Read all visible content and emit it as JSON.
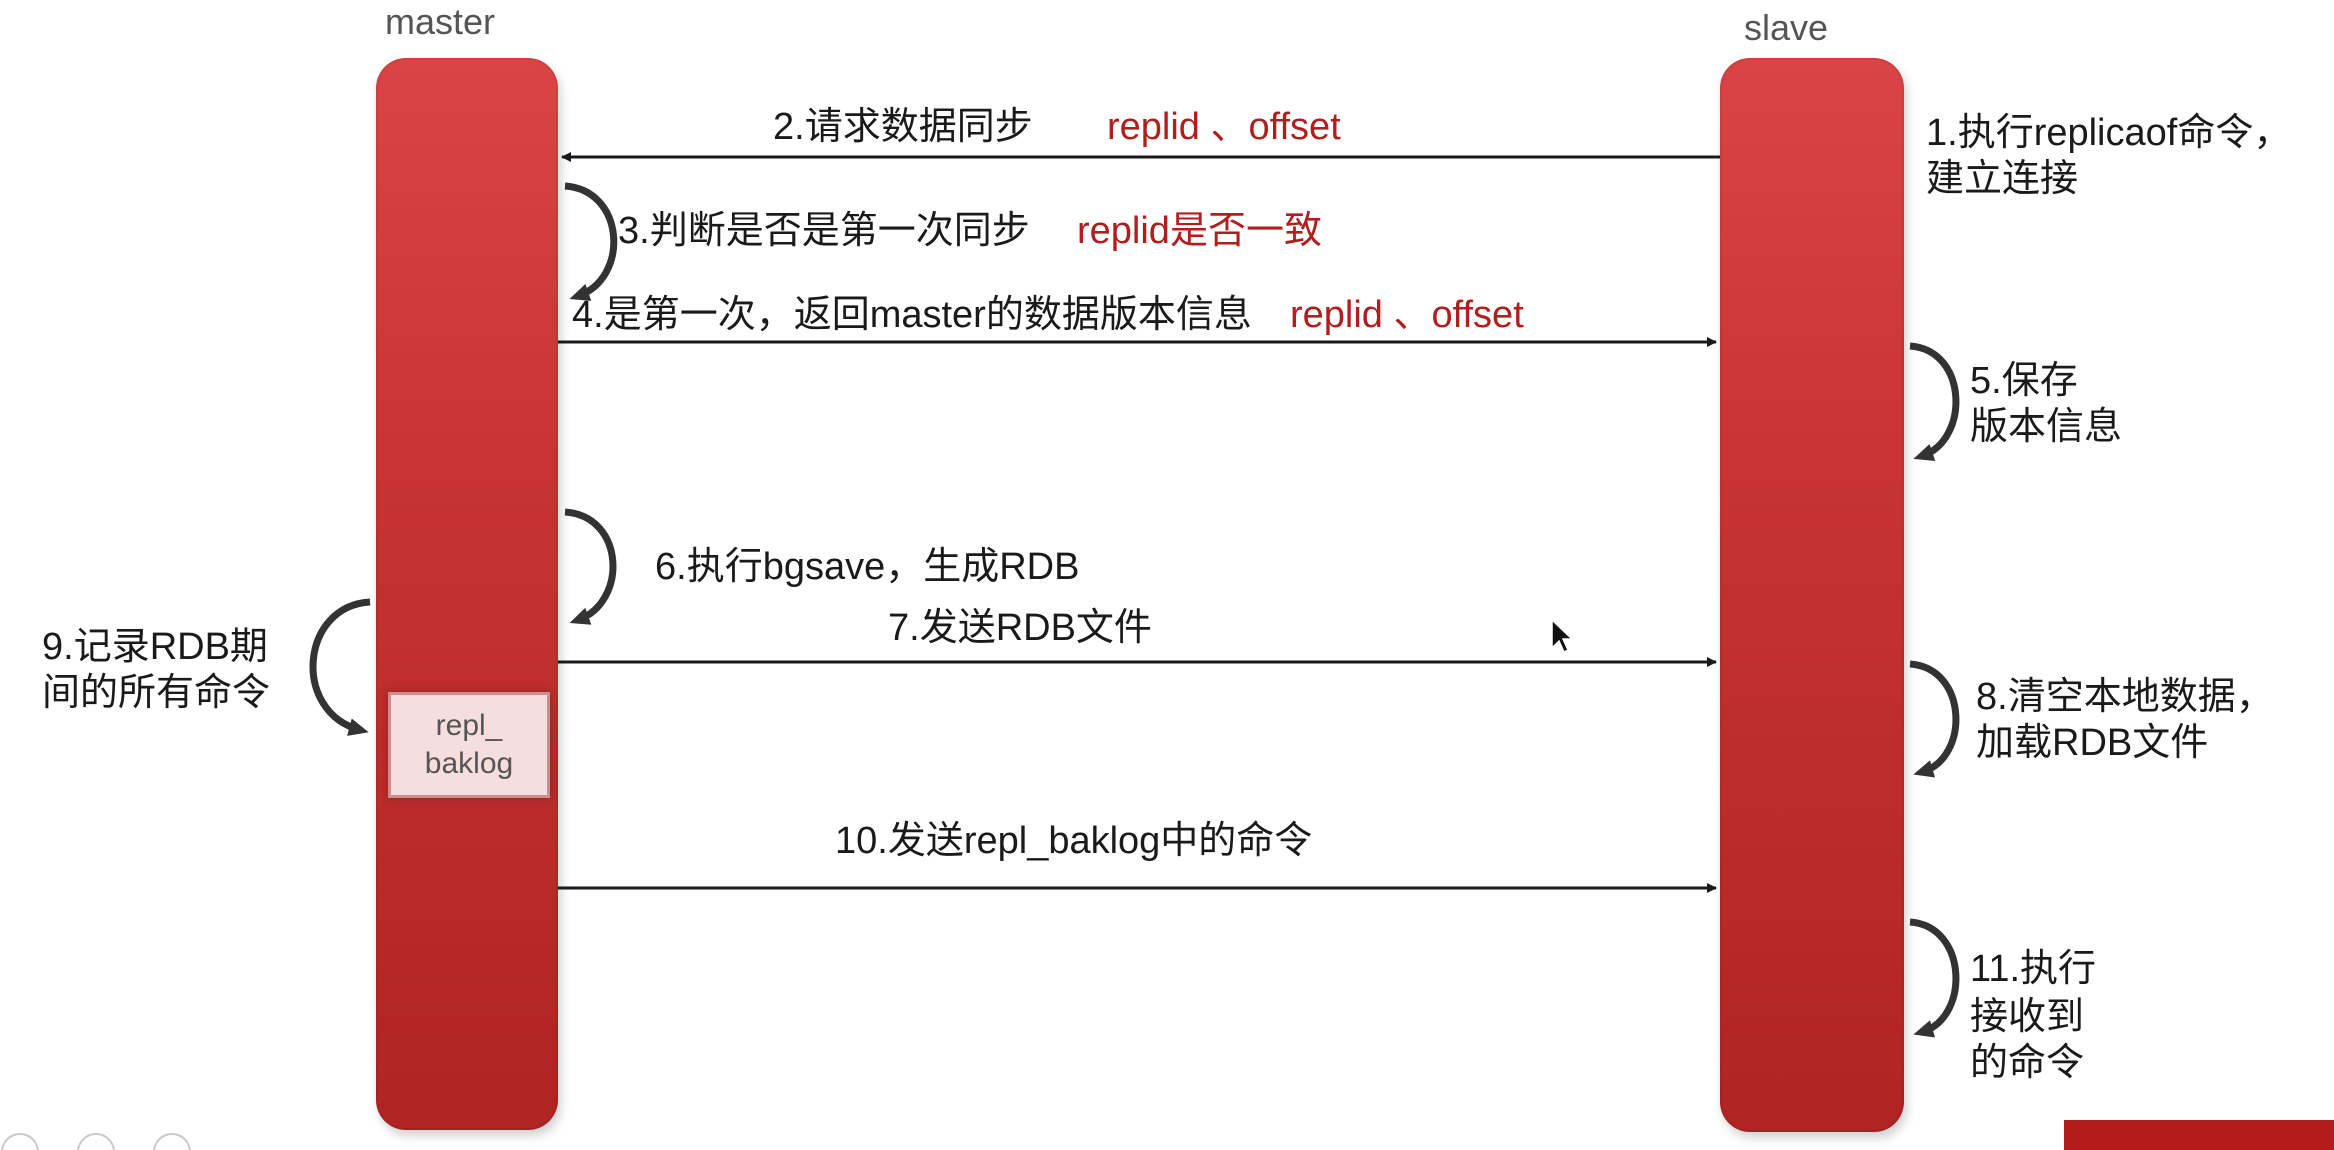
{
  "lifelines": {
    "master": "master",
    "slave": "slave"
  },
  "steps": {
    "step1": {
      "line1": "1.执行replicaof命令，",
      "line2": "建立连接"
    },
    "step2": {
      "text": "2.请求数据同步",
      "keys": "replid 、offset"
    },
    "step3": {
      "text": "3.判断是否是第一次同步",
      "keys": "replid是否一致"
    },
    "step4": {
      "text": "4.是第一次，返回master的数据版本信息",
      "keys": "replid 、offset"
    },
    "step5": {
      "line1": "5.保存",
      "line2": "版本信息"
    },
    "step6": {
      "text": "6.执行bgsave，生成RDB"
    },
    "step7": {
      "text": "7.发送RDB文件"
    },
    "step8": {
      "line1": "8.清空本地数据，",
      "line2": "加载RDB文件"
    },
    "step9": {
      "line1": "9.记录RDB期",
      "line2": "间的所有命令"
    },
    "step10": {
      "text": "10.发送repl_baklog中的命令"
    },
    "step11": {
      "line1": "11.执行",
      "line2": "接收到",
      "line3": "的命令"
    }
  },
  "backlog": {
    "line1": "repl_",
    "line2": "baklog"
  },
  "colors": {
    "lifeline": "#c73333",
    "highlight_text": "#b01e1e",
    "arrow": "#1a1a1a",
    "self_arrow": "#333333"
  }
}
